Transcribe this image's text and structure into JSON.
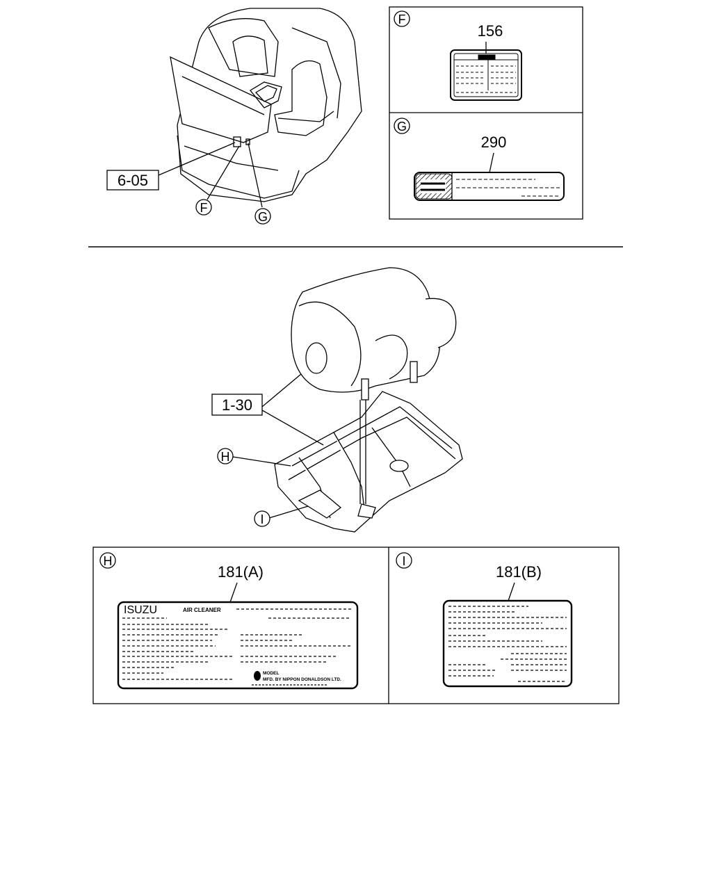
{
  "callouts": {
    "cab_ref": "6-05",
    "cleaner_ref": "1-30",
    "F": "F",
    "G": "G",
    "H": "H",
    "I": "I"
  },
  "panels": {
    "F": {
      "letter": "F",
      "part_no": "156"
    },
    "G": {
      "letter": "G",
      "part_no": "290"
    },
    "H": {
      "letter": "H",
      "part_no": "181(A)",
      "label_brand": "ISUZU",
      "label_product": "AIR CLEANER",
      "label_model": "MODEL",
      "label_maker": "MFD. BY NIPPON DONALDSON LTD."
    },
    "I": {
      "letter": "I",
      "part_no": "181(B)"
    }
  },
  "colors": {
    "ink": "#000000",
    "paper": "#ffffff"
  }
}
